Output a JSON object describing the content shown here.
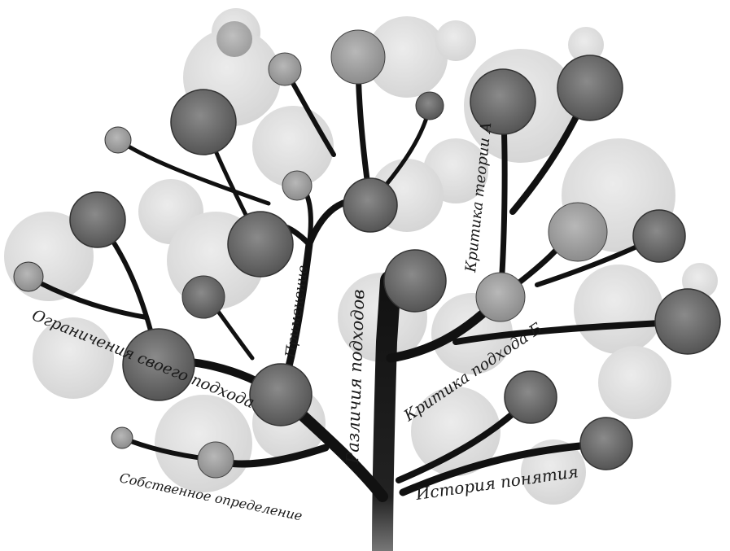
{
  "labels": {
    "limitations": "Ограничения своего подхода",
    "application": "Применение",
    "differences": "Различия подходов",
    "critique_theory_a": "Критика теории А",
    "critique_approach_b": "Критика подхода Б",
    "history": "История понятия",
    "own_definition": "Собственное определение"
  },
  "colors": {
    "trunk": "#111111",
    "light_foliage": "#d4d4d4",
    "mid_foliage": "#9e9e9e",
    "dark_foliage": "#6a6a6a"
  }
}
